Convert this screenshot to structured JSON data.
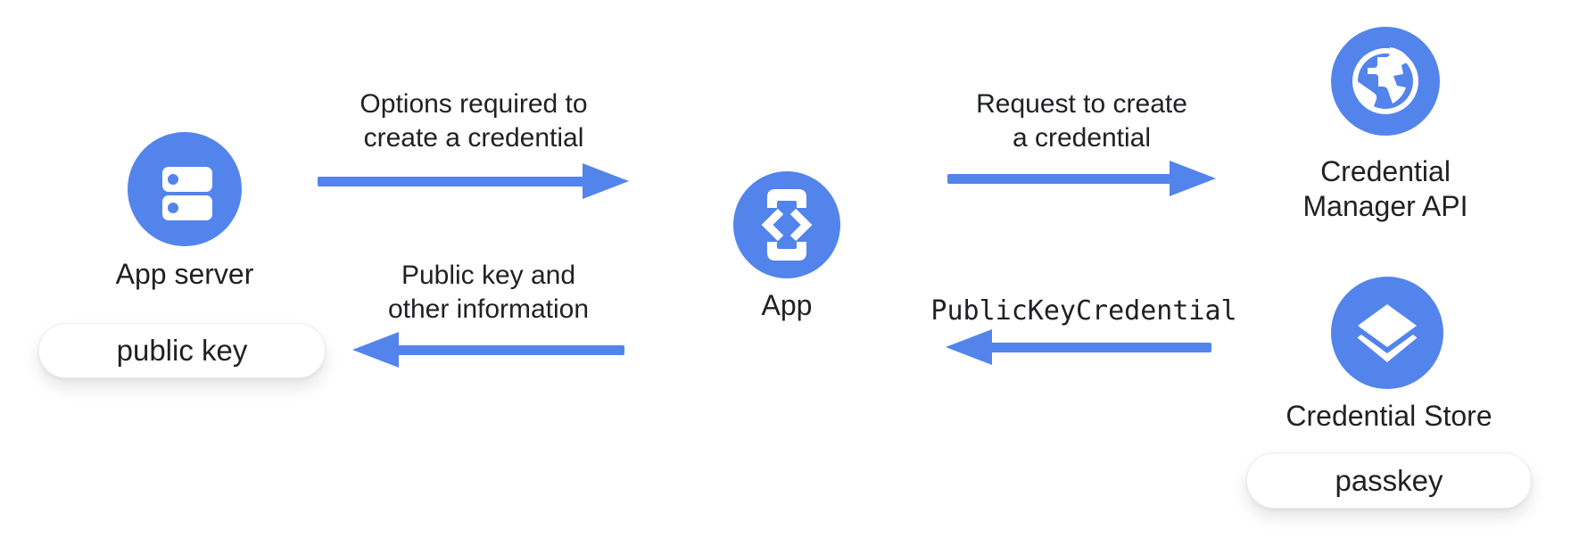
{
  "diagram": {
    "title_implicit": "Passkey credential creation flow",
    "colors": {
      "accent_blue": "#5384ec",
      "text": "#202124",
      "background": "#ffffff"
    },
    "nodes": {
      "app_server": {
        "label": "App server",
        "icon": "server-icon",
        "badge": "public key"
      },
      "app": {
        "label": "App",
        "icon": "developer-mode-phone-icon"
      },
      "credential_manager": {
        "label_line1": "Credential",
        "label_line2": "Manager API",
        "icon": "globe-icon"
      },
      "credential_store": {
        "label": "Credential Store",
        "icon": "layers-icon",
        "badge": "passkey"
      }
    },
    "flows": [
      {
        "label_line1": "Options required to",
        "label_line2": "create a credential",
        "direction": "right"
      },
      {
        "label_line1": "Request to create",
        "label_line2": "a credential",
        "direction": "right"
      },
      {
        "label": "PublicKeyCredential",
        "direction": "left",
        "style": "monospace"
      },
      {
        "label_line1": "Public key and",
        "label_line2": "other information",
        "direction": "left"
      }
    ]
  }
}
